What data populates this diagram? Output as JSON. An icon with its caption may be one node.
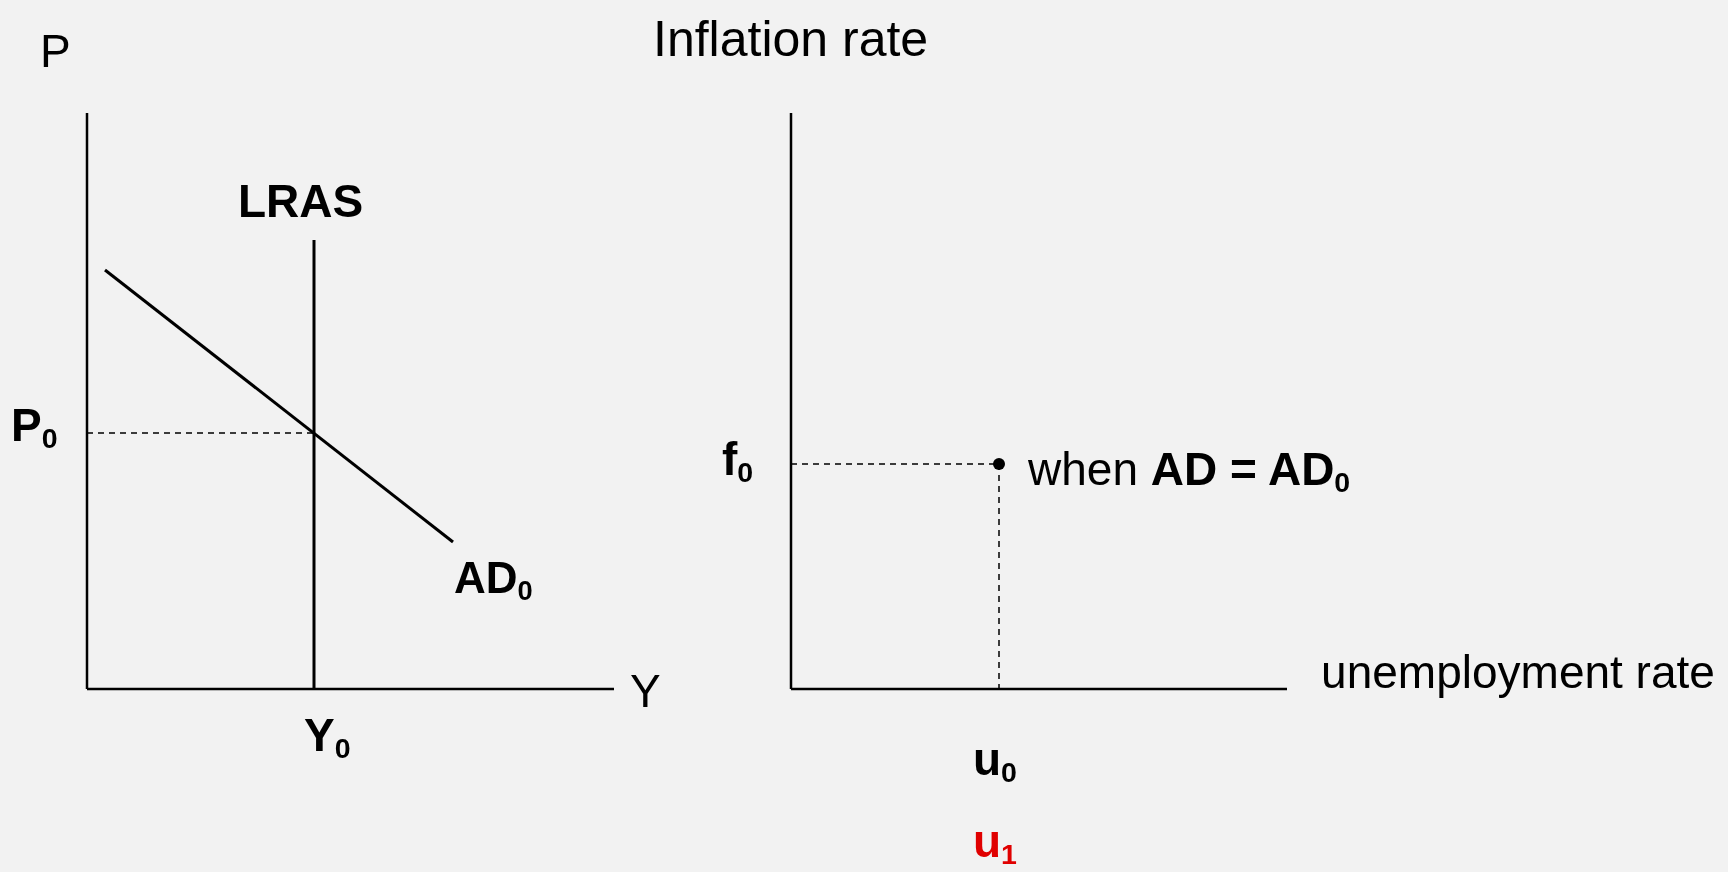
{
  "diagram": {
    "labels": [
      "P",
      "Inflation rate",
      "LRAS",
      "P$_{0}$",
      "f$_{0}$",
      "when **AD = AD**$_{0}$",
      "AD$_{0}$",
      "Y",
      "unemployment rate",
      "Y$_{0}$",
      "u$_{0}$",
      "u$_{1}$"
    ]
  }
}
